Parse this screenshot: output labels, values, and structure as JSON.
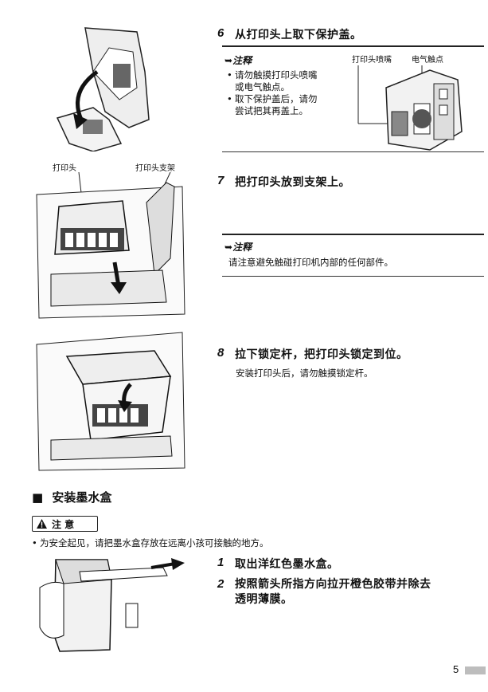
{
  "steps": {
    "s6": {
      "num": "6",
      "text": "从打印头上取下保护盖。"
    },
    "s7": {
      "num": "7",
      "text": "把打印头放到支架上。"
    },
    "s8": {
      "num": "8",
      "text": "拉下锁定杆，把打印头锁定到位。",
      "desc": "安装打印头后，请勿触摸锁定杆。"
    },
    "s1": {
      "num": "1",
      "text": "取出洋红色墨水盒。"
    },
    "s2": {
      "num": "2",
      "text_line1": "按照箭头所指方向拉开橙色胶带并除去",
      "text_line2": "透明薄膜。"
    }
  },
  "notes": {
    "note6": {
      "heading": "注释",
      "items": [
        "请勿触摸打印头喷嘴或电气触点。",
        "取下保护盖后，请勿尝试把其再盖上。"
      ],
      "item1_line1": "请勿触摸打印头喷嘴",
      "item1_line2": "或电气触点。",
      "item2_line1": "取下保护盖后，请勿",
      "item2_line2": "尝试把其再盖上。"
    },
    "note7": {
      "heading": "注释",
      "text": "请注意避免触碰打印机内部的任何部件。"
    }
  },
  "labels": {
    "nozzle": "打印头喷嘴",
    "contacts": "电气触点",
    "printhead": "打印头",
    "holder": "打印头支架"
  },
  "section": {
    "marker": "■",
    "title": "安装墨水盒"
  },
  "caution": {
    "icon": "warning-triangle-icon",
    "label": "注 意",
    "text": "为安全起见，请把墨水盒存放在远离小孩可接触的地方。"
  },
  "page_number": "5"
}
